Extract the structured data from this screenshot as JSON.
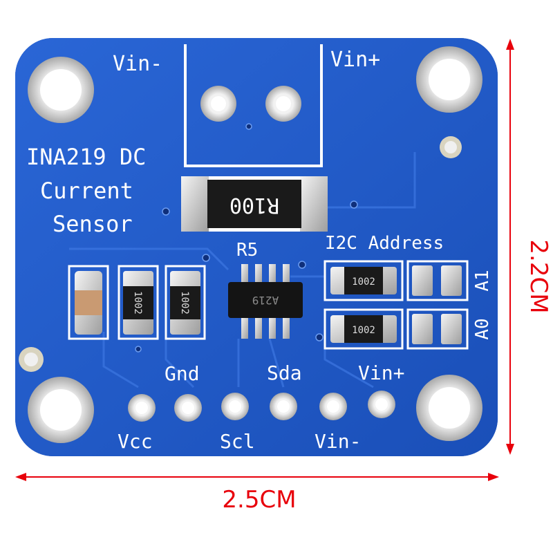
{
  "board": {
    "title_line1": "INA219 DC",
    "title_line2": "Current",
    "title_line3": "Sensor",
    "terminal_left_label": "Vin-",
    "terminal_right_label": "Vin+",
    "shunt_marking": "R100",
    "shunt_ref": "R5",
    "i2c_label": "I2C Address",
    "addr_a1": "A1",
    "addr_a0": "A0",
    "resistor_code": "1002",
    "ic_marking": "A219",
    "header_top": [
      "Gnd",
      "Sda",
      "Vin+"
    ],
    "header_bottom": [
      "Vcc",
      "Scl",
      "Vin-"
    ]
  },
  "dimensions": {
    "height_label": "2.2CM",
    "width_label": "2.5CM"
  },
  "colors": {
    "pcb": "#1f58c8",
    "silkscreen": "#ffffff",
    "dimension_line": "#e8000b"
  }
}
